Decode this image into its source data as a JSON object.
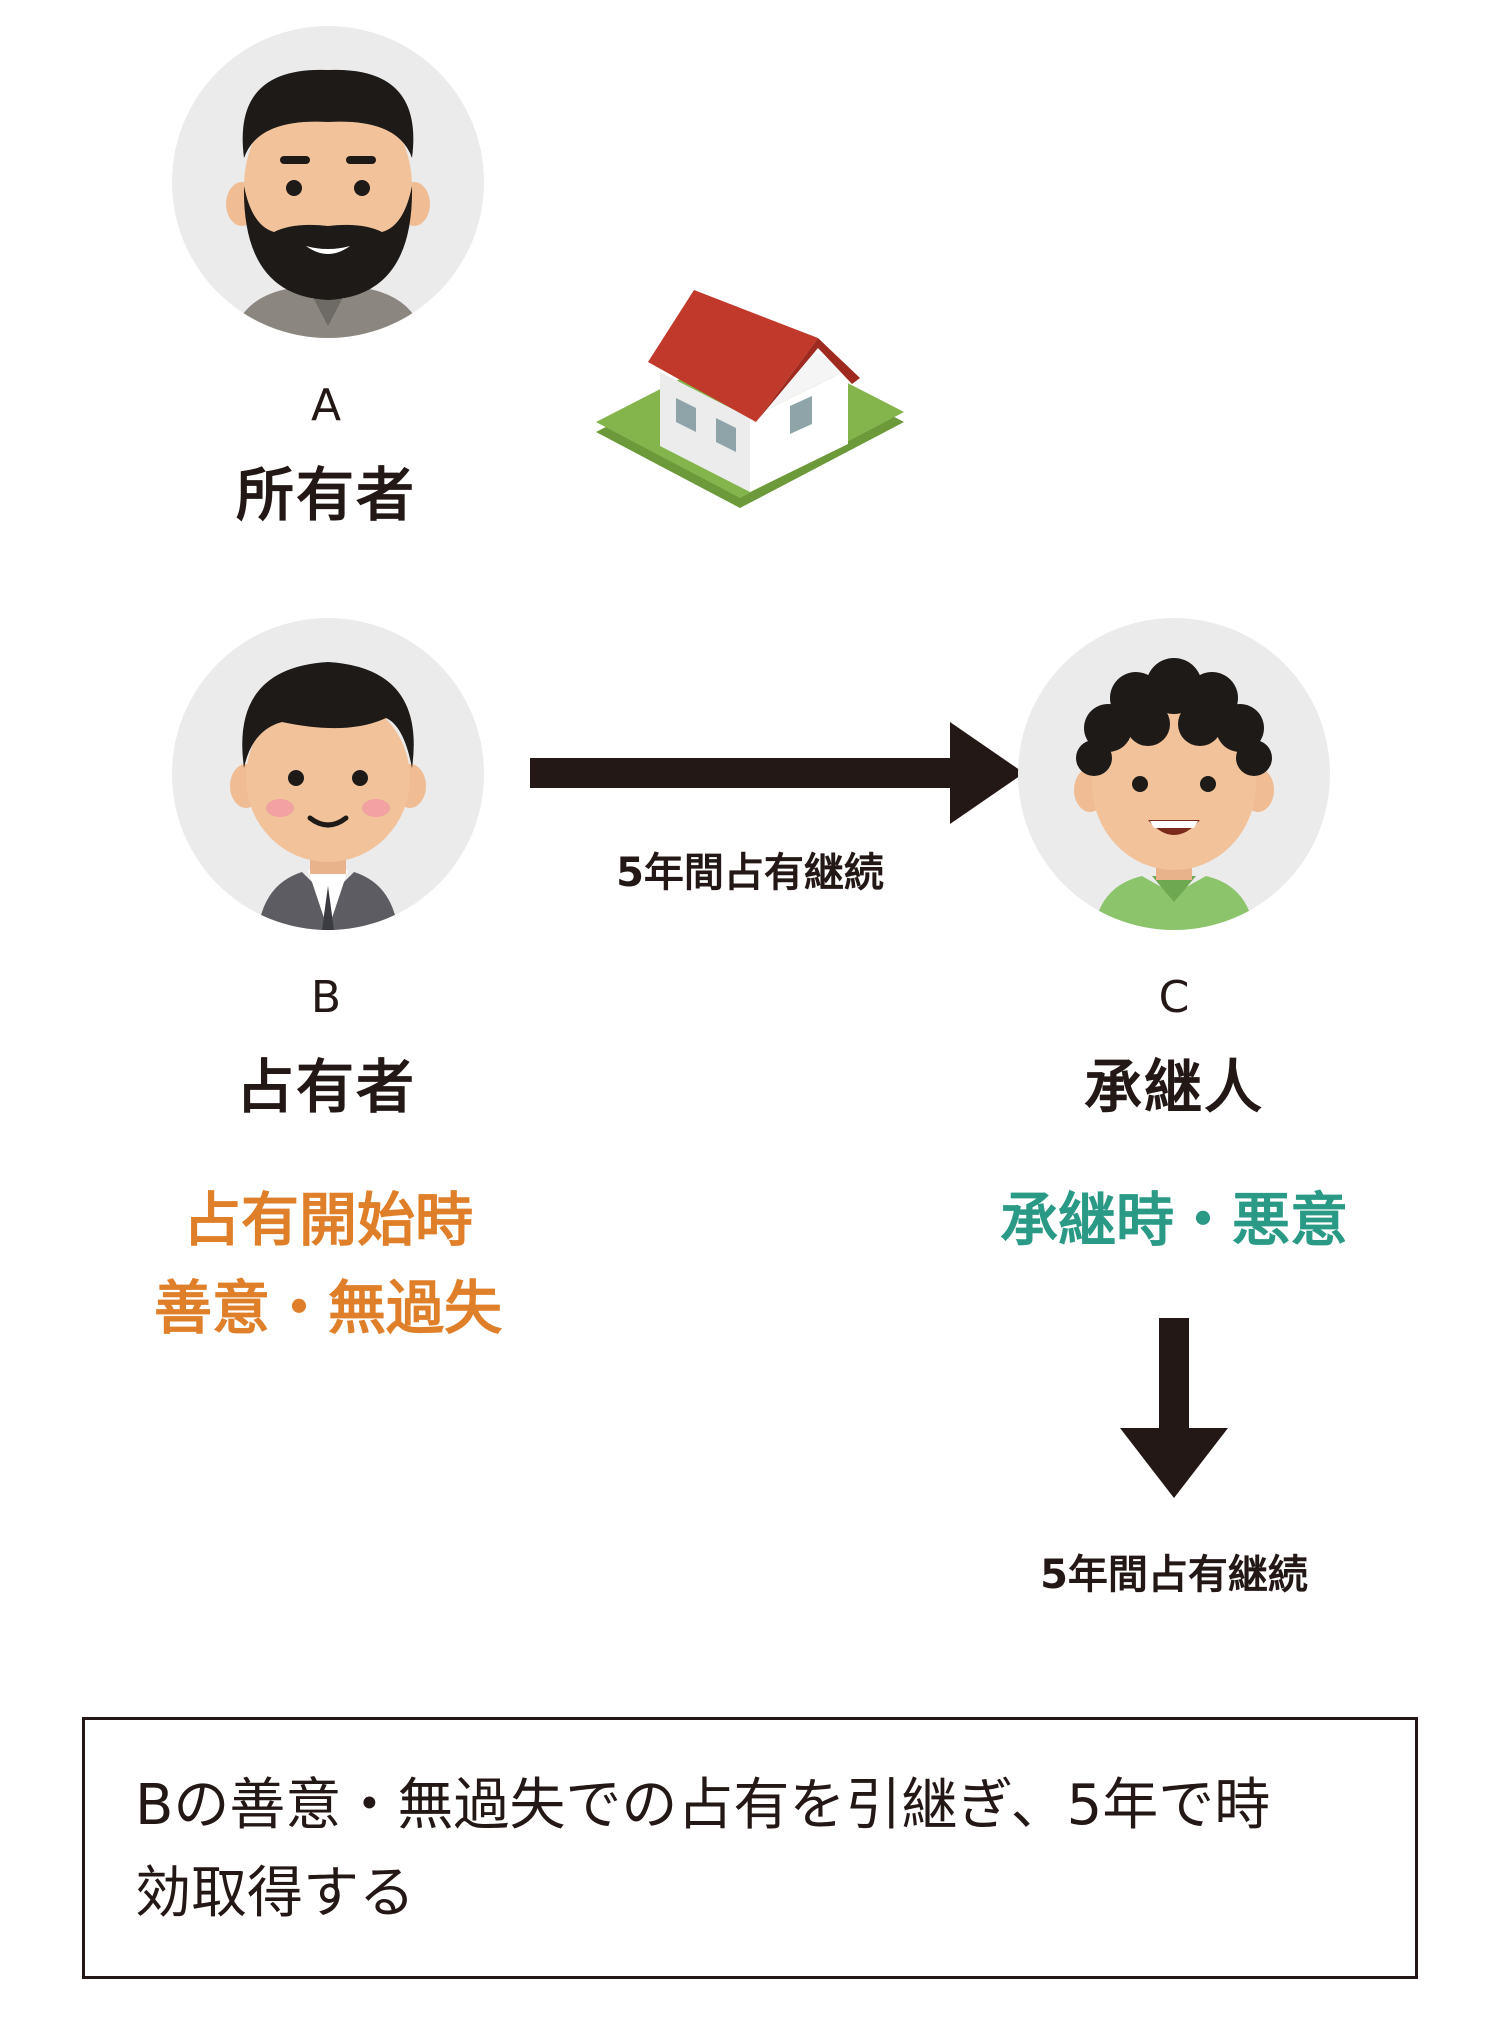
{
  "persons": {
    "a": {
      "letter": "A",
      "role": "所有者"
    },
    "b": {
      "letter": "B",
      "role": "占有者",
      "condition_line1": "占有開始時",
      "condition_line2": "善意・無過失"
    },
    "c": {
      "letter": "C",
      "role": "承継人",
      "condition": "承継時・悪意"
    }
  },
  "arrows": {
    "horizontal_label": "5年間占有継続",
    "vertical_label": "5年間占有継続"
  },
  "conclusion": {
    "line1": "Bの善意・無過失での占有を引継ぎ、5年で時",
    "line2": "効取得する"
  },
  "colors": {
    "good_faith": "#e07f2a",
    "bad_faith": "#2a9a87",
    "text": "#231815",
    "avatar_bg": "#ebebeb",
    "roof": "#c0392b",
    "grass": "#6c9a3b"
  },
  "icons": [
    "owner-avatar-icon",
    "house-icon",
    "possessor-avatar-icon",
    "successor-avatar-icon",
    "right-arrow-icon",
    "down-arrow-icon"
  ]
}
